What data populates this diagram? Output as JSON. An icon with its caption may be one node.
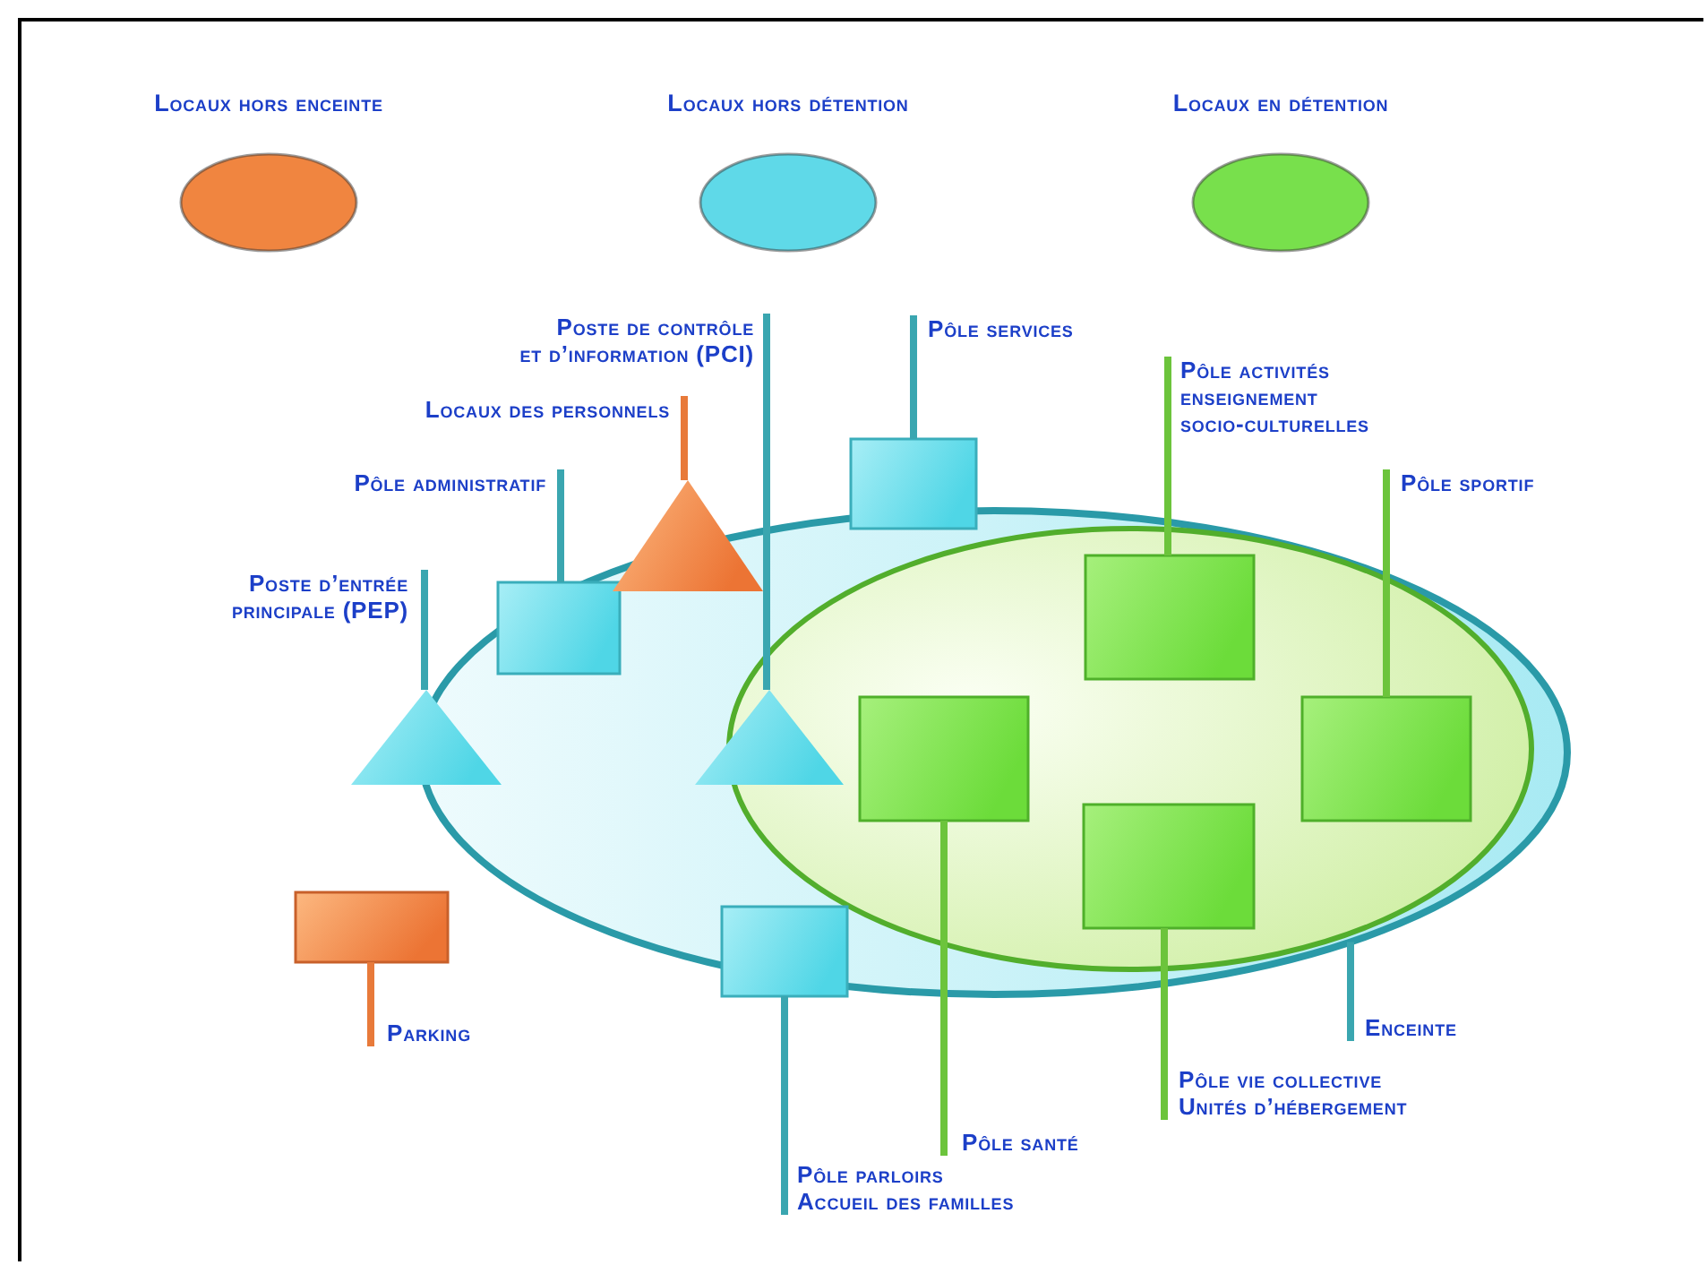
{
  "diagram": {
    "nodes": [
      {
        "text": [],
        "shape": "ellipse"
      },
      {
        "text": [],
        "shape": "ellipse",
        "in": 0
      },
      {
        "text": [
          "Poste de contrôle et d’information (PCI)"
        ]
      },
      {
        "text": [
          "Pôle services"
        ]
      },
      {
        "text": [
          "Pôle activités enseignement socio-culturelles"
        ]
      },
      {
        "text": [
          "Locaux des personnels"
        ]
      },
      {
        "text": [
          "Pôle administratif"
        ]
      },
      {
        "text": [
          "Poste d’entrée principale (PEP)"
        ]
      },
      {
        "text": [
          "Pôle sportif"
        ]
      },
      {
        "text": [],
        "shape": "triangle"
      },
      {
        "text": [],
        "shape": "box"
      },
      {
        "text": [],
        "shape": "box",
        "in": 0
      },
      {
        "text": [],
        "shape": "triangle"
      },
      {
        "text": [],
        "shape": "triangle",
        "in": 0
      },
      {
        "text": [],
        "shape": "box",
        "in": 1
      },
      {
        "text": [],
        "shape": "box",
        "in": 1
      },
      {
        "text": [],
        "shape": "box",
        "in": 1
      },
      {
        "text": [],
        "shape": "box",
        "in": 1
      },
      {
        "text": [],
        "shape": "box"
      },
      {
        "text": [],
        "shape": "box",
        "in": 0
      },
      {
        "text": [
          "Parking"
        ]
      },
      {
        "text": [
          "Enceinte"
        ]
      },
      {
        "text": [
          "Pôle vie collective Unités d’hébergement"
        ]
      },
      {
        "text": [
          "Pôle santé"
        ]
      },
      {
        "text": [
          "Pôle parloirs Accueil des familles"
        ]
      }
    ],
    "edges": [
      {
        "from": 2,
        "to": 13,
        "arrow": "none"
      },
      {
        "from": 3,
        "to": 10,
        "arrow": "none"
      },
      {
        "from": 4,
        "to": 14,
        "arrow": "none",
        "color": "#6cc43c"
      },
      {
        "from": 5,
        "to": 9,
        "arrow": "none",
        "color": "#e87a3a"
      },
      {
        "from": 6,
        "to": 11,
        "arrow": "none"
      },
      {
        "from": 7,
        "to": 12,
        "arrow": "none"
      },
      {
        "from": 8,
        "to": 16,
        "arrow": "none",
        "color": "#6cc43c"
      },
      {
        "from": 20,
        "to": 18,
        "arrow": "none",
        "color": "#e87a3a"
      },
      {
        "from": 24,
        "to": 19,
        "arrow": "none"
      },
      {
        "from": 23,
        "to": 15,
        "arrow": "none",
        "color": "#6cc43c"
      },
      {
        "from": 22,
        "to": 17,
        "arrow": "none",
        "color": "#6cc43c"
      },
      {
        "from": 21,
        "to": 0,
        "arrow": "none"
      }
    ],
    "legend": [
      {
        "text": "Locaux hors enceinte",
        "color": "#f08540"
      },
      {
        "text": "Locaux hors détention",
        "color": "#5fd9e8"
      },
      {
        "text": "Locaux en détention",
        "color": "#78e04c"
      }
    ]
  }
}
